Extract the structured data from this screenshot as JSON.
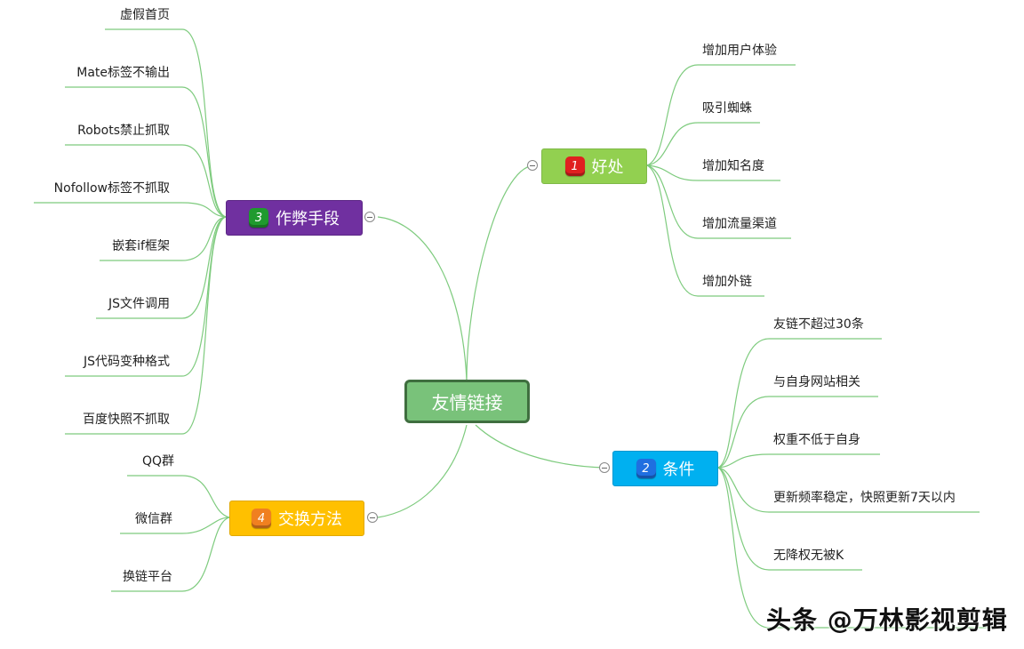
{
  "central": "友情链接",
  "branches": {
    "benefits": {
      "num": "1",
      "title": "好处",
      "items": [
        "增加用户体验",
        "吸引蜘蛛",
        "增加知名度",
        "增加流量渠道",
        "增加外链"
      ]
    },
    "conditions": {
      "num": "2",
      "title": "条件",
      "items": [
        "友链不超过30条",
        "与自身网站相关",
        "权重不低于自身",
        "更新频率稳定，快照更新7天以内",
        "无降权无被K"
      ]
    },
    "cheating": {
      "num": "3",
      "title": "作弊手段",
      "items": [
        "虚假首页",
        "Mate标签不输出",
        "Robots禁止抓取",
        "Nofollow标签不抓取",
        "嵌套if框架",
        "JS文件调用",
        "JS代码变种格式",
        "百度快照不抓取"
      ]
    },
    "exchange": {
      "num": "4",
      "title": "交换方法",
      "items": [
        "QQ群",
        "微信群",
        "换链平台"
      ]
    }
  },
  "watermark": "头条 @万林影视剪辑",
  "colors": {
    "benefits": "#92d050",
    "conditions": "#00b0f0",
    "cheating": "#7030a0",
    "exchange": "#ffc000",
    "line": "#7ecb7e",
    "center": "#79c27a"
  }
}
